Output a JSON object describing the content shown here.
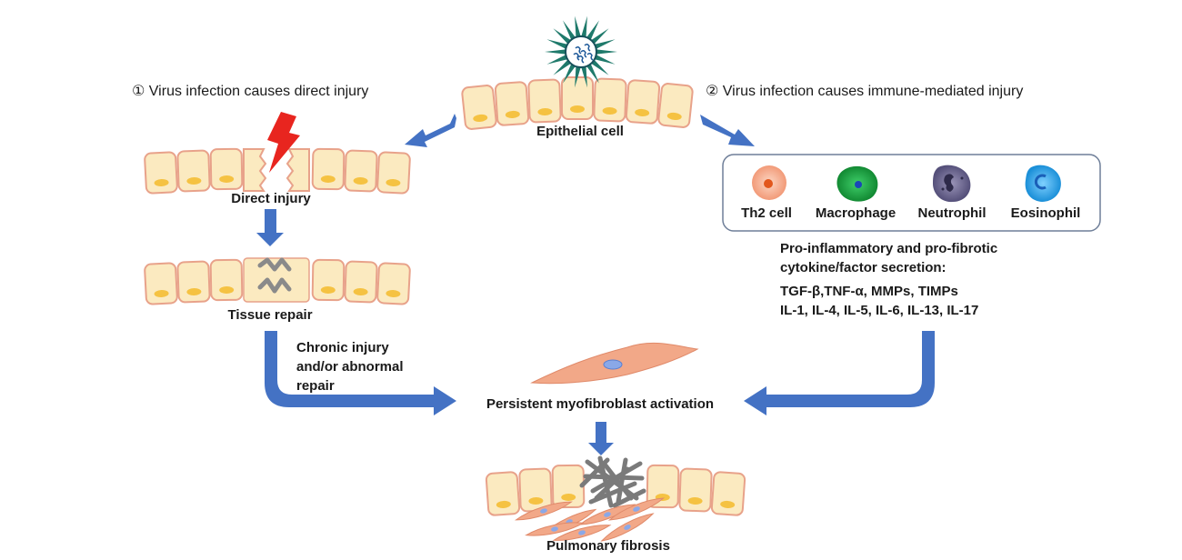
{
  "colors": {
    "arrow": "#4472c4",
    "cell_fill": "#fbeac0",
    "cell_border": "#e8a28a",
    "nucleus": "#f5c242",
    "fibroblast": "#f2a888",
    "virus": "#1f7a6b",
    "injury_bolt": "#e8251f",
    "th2_cell": "#f6a98a",
    "macrophage": "#1c9a3f",
    "neutrophil": "#6b6490",
    "eosinophil": "#2a9ee0"
  },
  "pathways": {
    "left_title_num": "①",
    "left_title": "Virus infection causes direct injury",
    "right_title_num": "②",
    "right_title": "Virus infection causes immune-mediated injury"
  },
  "labels": {
    "epithelial": "Epithelial cell",
    "direct_injury": "Direct injury",
    "tissue_repair": "Tissue repair",
    "chronic_1": "Chronic injury",
    "chronic_2": "and/or abnormal",
    "chronic_3": "repair",
    "myofibroblast": "Persistent myofibroblast activation",
    "fibrosis": "Pulmonary fibrosis"
  },
  "immune_cells": [
    "Th2 cell",
    "Macrophage",
    "Neutrophil",
    "Eosinophil"
  ],
  "cytokines": {
    "line1": "Pro-inflammatory and pro-fibrotic",
    "line2": "cytokine/factor secretion:",
    "line3": "TGF-β,TNF-α, MMPs, TIMPs",
    "line4": "IL-1, IL-4, IL-5, IL-6, IL-13, IL-17"
  },
  "icons": [
    "virus-icon",
    "lightning-bolt-icon",
    "repair-zigzag-icon",
    "myofibroblast-icon",
    "collagen-mesh-icon"
  ]
}
